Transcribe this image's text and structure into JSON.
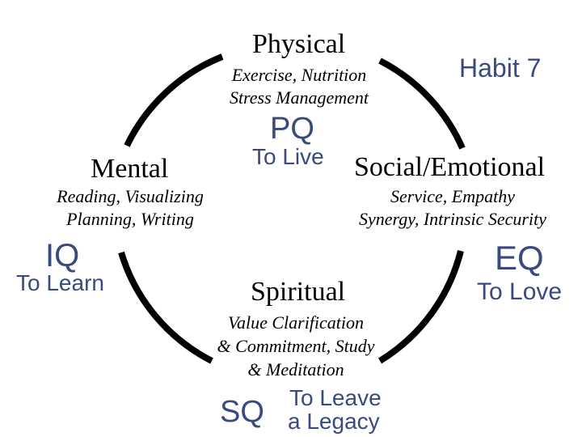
{
  "slide_label": "Habit 7",
  "physical": {
    "title": "Physical",
    "desc_line1": "Exercise, Nutrition",
    "desc_line2": "Stress Management",
    "quotient": "PQ",
    "purpose": "To Live"
  },
  "mental": {
    "title": "Mental",
    "desc_line1": "Reading, Visualizing",
    "desc_line2": "Planning, Writing",
    "quotient": "IQ",
    "purpose": "To Learn"
  },
  "social": {
    "title": "Social/Emotional",
    "desc_line1": "Service, Empathy",
    "desc_line2": "Synergy, Intrinsic Security",
    "quotient": "EQ",
    "purpose": "To Love"
  },
  "spiritual": {
    "title": "Spiritual",
    "desc_line1": "Value Clarification",
    "desc_line2": "& Commitment, Study",
    "desc_line3": "& Meditation",
    "quotient": "SQ",
    "purpose_line1": "To Leave",
    "purpose_line2": "a Legacy"
  },
  "colors": {
    "ring": "#000000",
    "accent_text": "#3a4a7e",
    "background": "#ffffff"
  }
}
